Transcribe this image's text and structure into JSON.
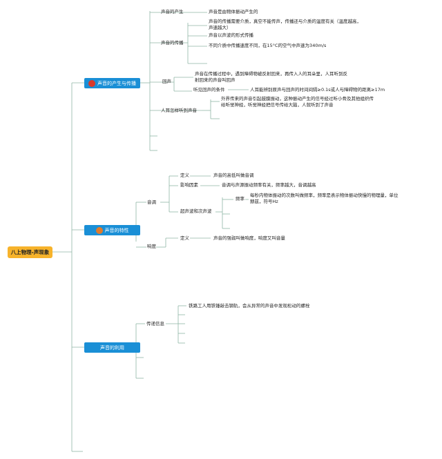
{
  "root": "八上物理-声现象",
  "topics": [
    {
      "label": "声音的产生与传播",
      "icon_color": "#d93a2b",
      "icon_name": "red-circle-icon",
      "children": {
        "production": {
          "label": "声音的产生",
          "note": "声音是由物体振动产生的"
        },
        "propagation": {
          "label": "声音的传播",
          "notes": [
            "声音的传播需要介质，真空不能传声，传播还与介质的温度有关（温度越高，声速越大）",
            "声音以声波的形式传播",
            "不同介质中传播速度不同，在15°C的空气中声速为340m/s"
          ]
        },
        "echo": {
          "label": "回声",
          "note": "声音在传播过程中，遇到障碍物被反射回来，再传入人的耳朵里，人耳听到反射回来的声音叫回声",
          "condition_label": "听见回声的条件",
          "condition": "人耳能辨别原声与回声的时间间隔≥0.1s或人与障碍物的距离≥17m"
        },
        "hearing": {
          "label": "人耳怎样听到声音",
          "note": "外界传来的声音引起鼓膜振动，这种振动产生的信号经过听小骨及其他组织传给听觉神经，听觉神经把信号传给大脑，人就听到了声音"
        }
      }
    },
    {
      "label": "声音的特性",
      "icon_color": "#e07b2c",
      "icon_name": "orange-circle-icon",
      "children": {
        "pitch": {
          "label": "音调",
          "definition_label": "定义",
          "definition": "声音的高低叫做音调",
          "factor_label": "影响因素",
          "factor": "音调与声源振动频率有关，频率越大，音调越高",
          "wave_label": "超声波和次声波",
          "freq_label": "频率",
          "freq": "每秒内物体振动的次数叫做频率，频率是表示物体振动快慢的物理量，单位赫兹，符号Hz"
        },
        "loudness": {
          "label": "响度",
          "definition_label": "定义",
          "definition": "声音的强弱叫做响度，响度又叫音量"
        }
      }
    },
    {
      "label": "声音的利用",
      "icon_color": "",
      "icon_name": "",
      "children": {
        "info": {
          "label": "传递信息",
          "note": "铁路工人用铁锤敲击钢轨，会从异常的声音中发现松动的螺栓"
        }
      }
    }
  ],
  "colors": {
    "line": "#8fb5a5",
    "topic_fill": "#1a8fd6",
    "root_fill": "#f7b32b"
  }
}
